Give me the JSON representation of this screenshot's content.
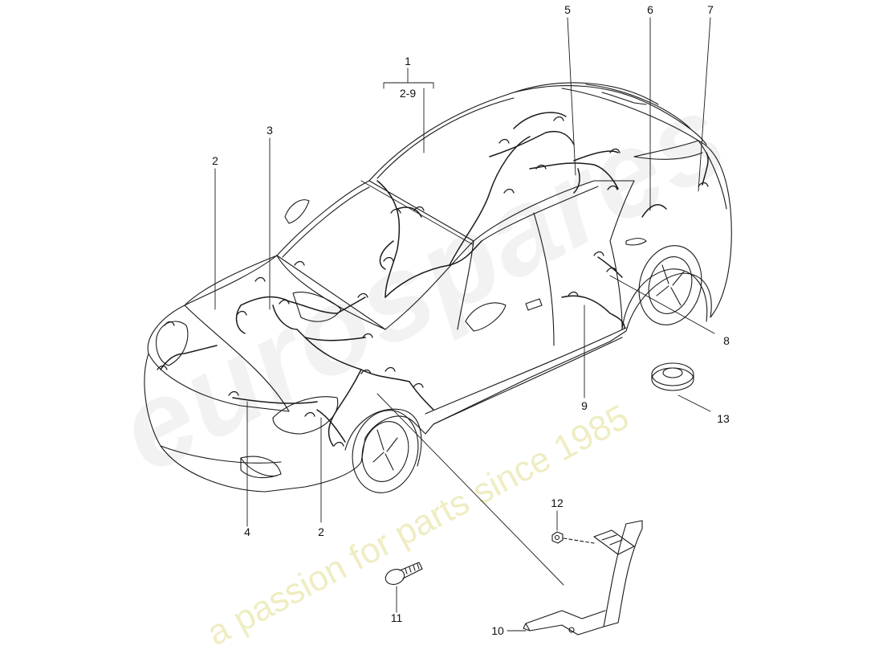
{
  "diagram": {
    "callouts": {
      "c1": "1",
      "c1_range": "2-9",
      "c2_top": "2",
      "c2_bottom": "2",
      "c3": "3",
      "c4": "4",
      "c5": "5",
      "c6": "6",
      "c7": "7",
      "c8": "8",
      "c9": "9",
      "c10": "10",
      "c11": "11",
      "c12": "12",
      "c13": "13"
    },
    "watermark": {
      "brand": "eurospares",
      "tagline": "a passion for parts since 1985"
    },
    "colors": {
      "line": "#1a1a1a",
      "watermark_brand": "#c8c8c8",
      "watermark_tagline": "#e8e4a0"
    }
  }
}
